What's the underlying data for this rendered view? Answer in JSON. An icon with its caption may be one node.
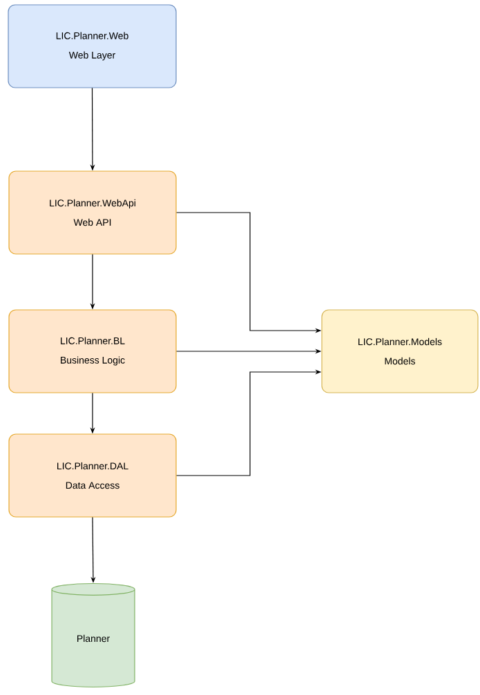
{
  "diagram": {
    "nodes": [
      {
        "text": [
          "LIC.Planner.Web",
          "Web Layer"
        ]
      },
      {
        "text": [
          "LIC.Planner.WebApi",
          "Web API"
        ]
      },
      {
        "text": [
          "LIC.Planner.BL",
          "Business Logic"
        ]
      },
      {
        "text": [
          "LIC.Planner.DAL",
          "Data Access"
        ]
      },
      {
        "text": [
          "LIC.Planner.Models",
          "Models"
        ]
      },
      {
        "text": [
          "Planner"
        ]
      }
    ],
    "edges": [
      {
        "from": 0,
        "to": 1,
        "arrow": "to"
      },
      {
        "from": 1,
        "to": 2,
        "arrow": "to"
      },
      {
        "from": 2,
        "to": 3,
        "arrow": "to"
      },
      {
        "from": 3,
        "to": 5,
        "arrow": "to"
      },
      {
        "from": 1,
        "to": 4,
        "arrow": "to"
      },
      {
        "from": 2,
        "to": 4,
        "arrow": "to"
      },
      {
        "from": 3,
        "to": 4,
        "arrow": "to"
      }
    ]
  }
}
